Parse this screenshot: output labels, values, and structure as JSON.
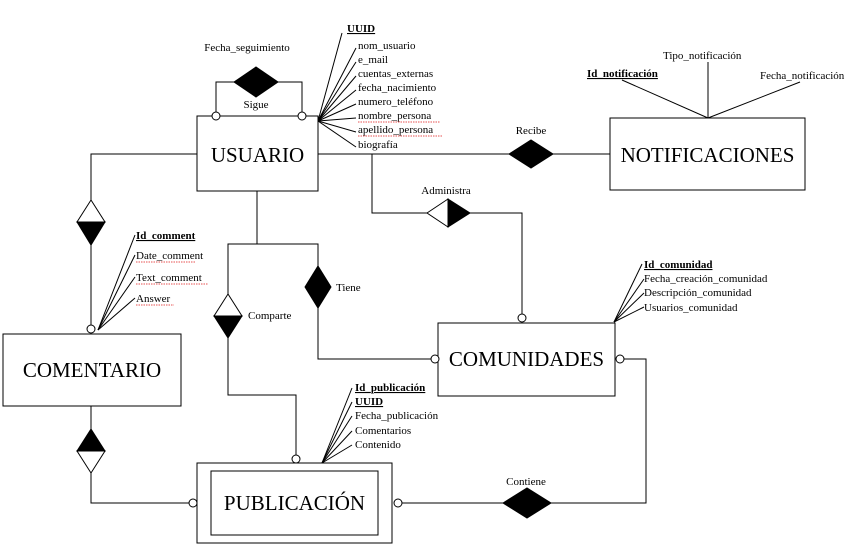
{
  "entities": {
    "usuario": "USUARIO",
    "notificaciones": "NOTIFICACIONES",
    "comentario": "COMENTARIO",
    "comunidades": "COMUNIDADES",
    "publicacion": "PUBLICACIÓN"
  },
  "relationships": {
    "sigue": "Sigue",
    "recibe": "Recibe",
    "administra": "Administra",
    "tiene": "Tiene",
    "comparte": "Comparte",
    "contiene": "Contiene"
  },
  "attributes": {
    "sigue_attr": "Fecha_seguimiento",
    "usuario": [
      "UUID",
      "nom_usuario",
      "e_mail",
      "cuentas_externas",
      "fecha_nacimiento",
      "numero_teléfono",
      "nombre_persona",
      "apellido_persona",
      "biografía"
    ],
    "notificaciones": [
      "Id_notificación",
      "Tipo_notificación",
      "Fecha_notificación"
    ],
    "comentario": [
      "Id_comment",
      "Date_comment",
      "Text_comment",
      "Answer"
    ],
    "comunidades": [
      "Id_comunidad",
      "Fecha_creación_comunidad",
      "Descripción_comunidad",
      "Usuarios_comunidad"
    ],
    "publicacion": [
      "Id_publicación",
      "UUID",
      "Fecha_publicación",
      "Comentarios",
      "Contenido"
    ]
  }
}
